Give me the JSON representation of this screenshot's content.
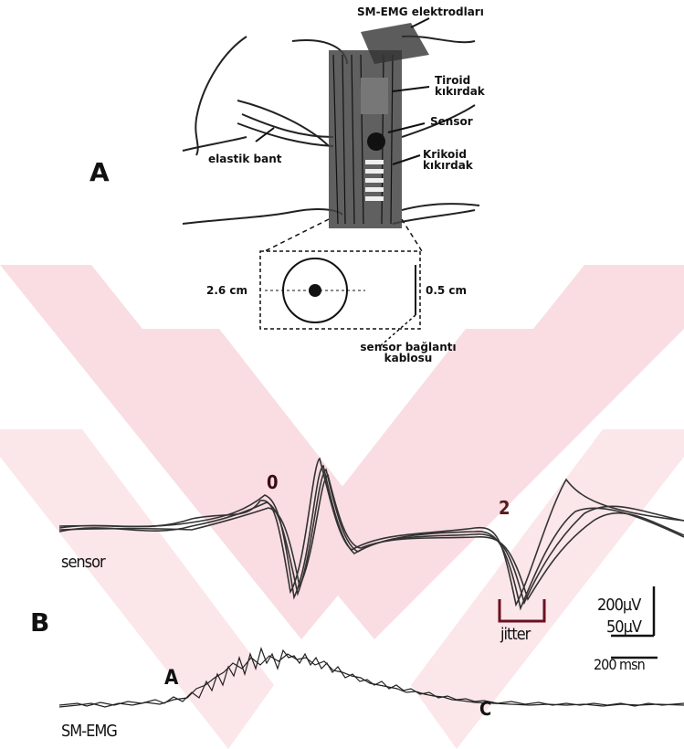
{
  "panel_a": {
    "label": "A",
    "electrodes_label": "SM-EMG elektrodları",
    "tiroid_label": "Tiroid kıkırdak",
    "sensor_label": "Sensor",
    "krikoid_label": "Krikoid kıkırdak",
    "bant_label": "elastik bant",
    "diameter_label": "2.6 cm",
    "depth_label": "0.5 cm",
    "cable_label": "sensor bağlantı kablosu"
  },
  "panel_b": {
    "label": "B",
    "peak_0": "0",
    "peak_2": "2",
    "sensor_trace_label": "sensor",
    "smemg_trace_label": "SM-EMG",
    "marker_a": "A",
    "marker_c": "C",
    "jitter_label": "jitter",
    "scale_1": "200µV",
    "scale_2": "50µV",
    "time_scale": "200 msn"
  },
  "colors": {
    "ink": "#111111",
    "watermark": "#f7d9de",
    "jitter_bracket": "#6b1020",
    "peak_2": "#5a1a1a"
  }
}
